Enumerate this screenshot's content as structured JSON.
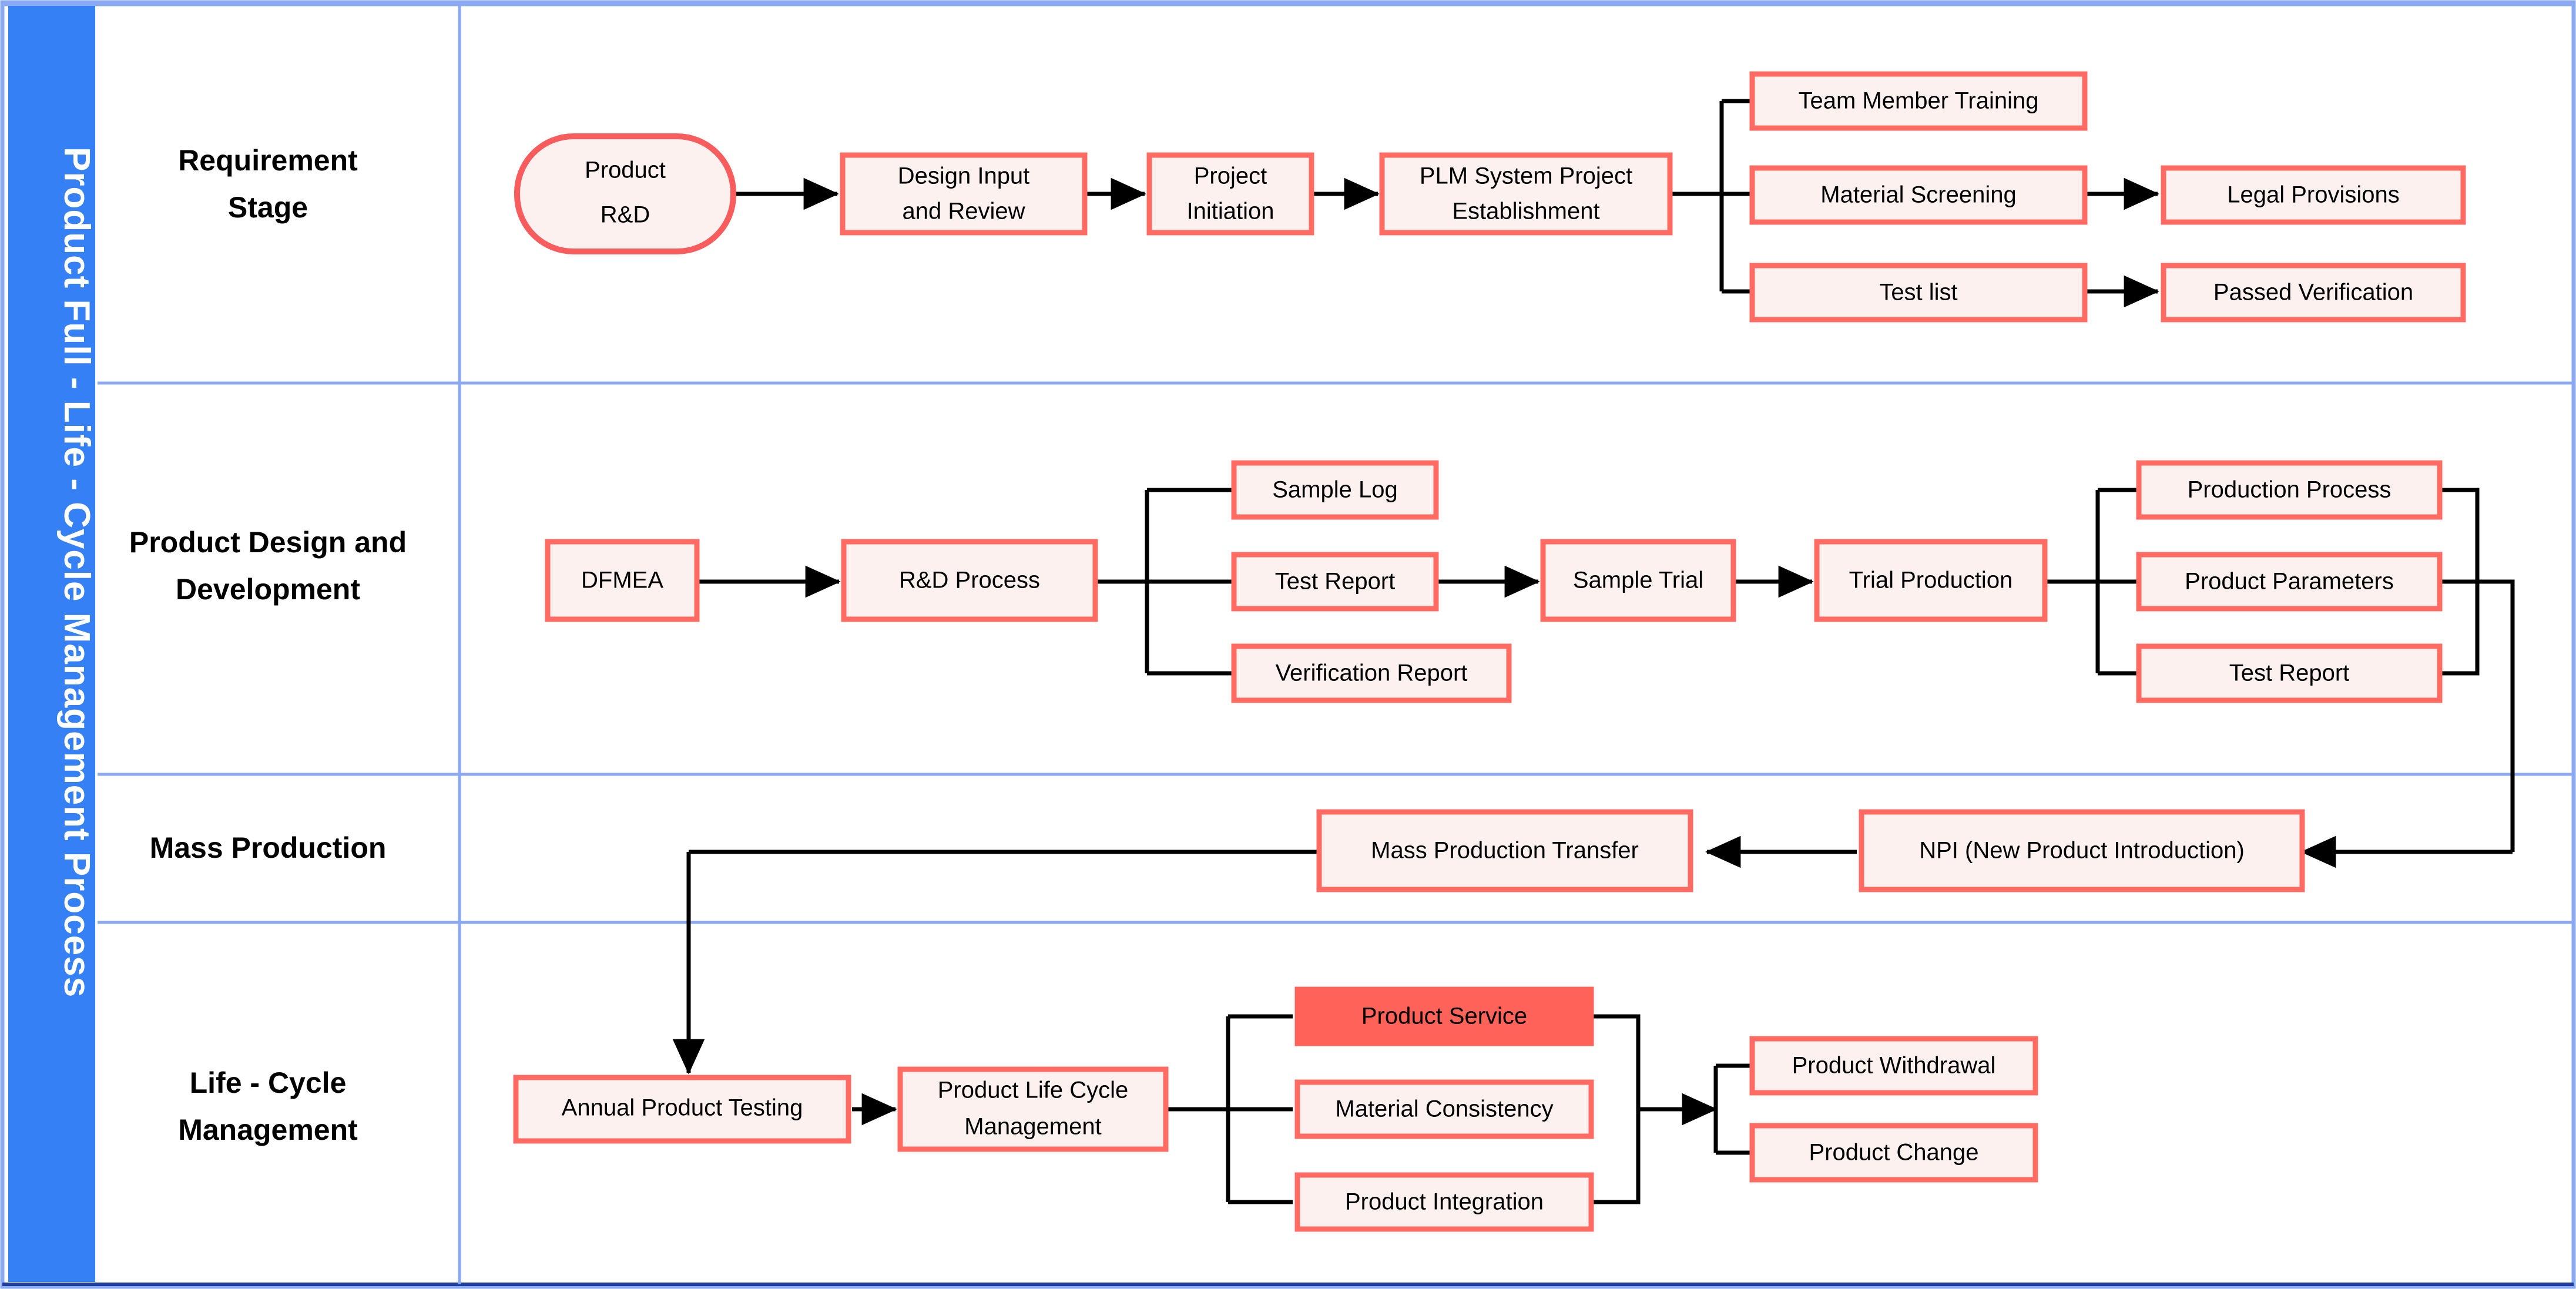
{
  "sidebar": {
    "label": "Product Full - Life - Cycle Management Process",
    "color": "#3580f5"
  },
  "palette": {
    "node_fill": "#fdf1ef",
    "node_border": "#ff6b63",
    "highlight_fill": "#ff6258",
    "grid_line": "#8aa9f2",
    "edge": "#000000"
  },
  "swimlanes": [
    {
      "id": "requirement",
      "label": "Requirement\nStage",
      "label_line1": "Requirement",
      "label_line2": "Stage"
    },
    {
      "id": "design",
      "label": "Product Design and Development",
      "label_line1": "Product Design and",
      "label_line2": "Development"
    },
    {
      "id": "mass",
      "label": "Mass Production",
      "label_line1": "Mass Production",
      "label_line2": ""
    },
    {
      "id": "lifecycle",
      "label": "Life - Cycle Management",
      "label_line1": "Life - Cycle",
      "label_line2": "Management"
    }
  ],
  "nodes": {
    "product_rd": {
      "label_line1": "Product",
      "label_line2": "R&D",
      "shape": "stadium",
      "lane": "requirement"
    },
    "design_input_review": {
      "label_line1": "Design Input",
      "label_line2": "and Review",
      "shape": "rect",
      "lane": "requirement"
    },
    "project_initiation": {
      "label_line1": "Project",
      "label_line2": "Initiation",
      "shape": "rect",
      "lane": "requirement"
    },
    "plm_project_establishment": {
      "label_line1": "PLM System Project",
      "label_line2": "Establishment",
      "shape": "rect",
      "lane": "requirement"
    },
    "team_member_training": {
      "label_line1": "Team Member Training",
      "label_line2": "",
      "shape": "rect",
      "lane": "requirement"
    },
    "material_screening": {
      "label_line1": "Material Screening",
      "label_line2": "",
      "shape": "rect",
      "lane": "requirement"
    },
    "test_list": {
      "label_line1": "Test list",
      "label_line2": "",
      "shape": "rect",
      "lane": "requirement"
    },
    "legal_provisions": {
      "label_line1": "Legal Provisions",
      "label_line2": "",
      "shape": "rect",
      "lane": "requirement"
    },
    "passed_verification": {
      "label_line1": "Passed Verification",
      "label_line2": "",
      "shape": "rect",
      "lane": "requirement"
    },
    "dfmea": {
      "label_line1": "DFMEA",
      "label_line2": "",
      "shape": "rect",
      "lane": "design"
    },
    "rd_process": {
      "label_line1": "R&D Process",
      "label_line2": "",
      "shape": "rect",
      "lane": "design"
    },
    "sample_log": {
      "label_line1": "Sample Log",
      "label_line2": "",
      "shape": "rect",
      "lane": "design"
    },
    "test_report_1": {
      "label_line1": "Test Report",
      "label_line2": "",
      "shape": "rect",
      "lane": "design"
    },
    "verification_report": {
      "label_line1": "Verification Report",
      "label_line2": "",
      "shape": "rect",
      "lane": "design"
    },
    "sample_trial": {
      "label_line1": "Sample Trial",
      "label_line2": "",
      "shape": "rect",
      "lane": "design"
    },
    "trial_production": {
      "label_line1": "Trial Production",
      "label_line2": "",
      "shape": "rect",
      "lane": "design"
    },
    "production_process": {
      "label_line1": "Production Process",
      "label_line2": "",
      "shape": "rect",
      "lane": "design"
    },
    "product_parameters": {
      "label_line1": "Product Parameters",
      "label_line2": "",
      "shape": "rect",
      "lane": "design"
    },
    "test_report_2": {
      "label_line1": "Test Report",
      "label_line2": "",
      "shape": "rect",
      "lane": "design"
    },
    "mass_production_transfer": {
      "label_line1": "Mass Production Transfer",
      "label_line2": "",
      "shape": "rect",
      "lane": "mass"
    },
    "npi": {
      "label_line1": "NPI (New Product Introduction)",
      "label_line2": "",
      "shape": "rect",
      "lane": "mass"
    },
    "annual_product_testing": {
      "label_line1": "Annual Product Testing",
      "label_line2": "",
      "shape": "rect",
      "lane": "lifecycle"
    },
    "product_life_cycle_management": {
      "label_line1": "Product Life Cycle",
      "label_line2": "Management",
      "shape": "rect",
      "lane": "lifecycle"
    },
    "product_service": {
      "label_line1": "Product Service",
      "label_line2": "",
      "shape": "rect-highlight",
      "lane": "lifecycle"
    },
    "material_consistency": {
      "label_line1": "Material Consistency",
      "label_line2": "",
      "shape": "rect",
      "lane": "lifecycle"
    },
    "product_integration": {
      "label_line1": "Product Integration",
      "label_line2": "",
      "shape": "rect",
      "lane": "lifecycle"
    },
    "product_withdrawal": {
      "label_line1": "Product Withdrawal",
      "label_line2": "",
      "shape": "rect",
      "lane": "lifecycle"
    },
    "product_change": {
      "label_line1": "Product Change",
      "label_line2": "",
      "shape": "rect",
      "lane": "lifecycle"
    }
  },
  "edges": [
    {
      "from": "product_rd",
      "to": "design_input_review",
      "arrow": true
    },
    {
      "from": "design_input_review",
      "to": "project_initiation",
      "arrow": true
    },
    {
      "from": "project_initiation",
      "to": "plm_project_establishment",
      "arrow": true
    },
    {
      "from": "plm_project_establishment",
      "to": "team_member_training",
      "arrow": false
    },
    {
      "from": "plm_project_establishment",
      "to": "material_screening",
      "arrow": false
    },
    {
      "from": "plm_project_establishment",
      "to": "test_list",
      "arrow": false
    },
    {
      "from": "material_screening",
      "to": "legal_provisions",
      "arrow": true
    },
    {
      "from": "test_list",
      "to": "passed_verification",
      "arrow": true
    },
    {
      "from": "dfmea",
      "to": "rd_process",
      "arrow": true
    },
    {
      "from": "rd_process",
      "to": "sample_log",
      "arrow": false
    },
    {
      "from": "rd_process",
      "to": "test_report_1",
      "arrow": false
    },
    {
      "from": "rd_process",
      "to": "verification_report",
      "arrow": false
    },
    {
      "from": "test_report_1",
      "to": "sample_trial",
      "arrow": true
    },
    {
      "from": "sample_trial",
      "to": "trial_production",
      "arrow": true
    },
    {
      "from": "trial_production",
      "to": "production_process",
      "arrow": false
    },
    {
      "from": "trial_production",
      "to": "product_parameters",
      "arrow": false
    },
    {
      "from": "trial_production",
      "to": "test_report_2",
      "arrow": false
    },
    {
      "from": "production_process",
      "to": "npi",
      "arrow": true
    },
    {
      "from": "product_parameters",
      "to": "npi",
      "arrow": true
    },
    {
      "from": "test_report_2",
      "to": "npi",
      "arrow": true
    },
    {
      "from": "npi",
      "to": "mass_production_transfer",
      "arrow": true
    },
    {
      "from": "mass_production_transfer",
      "to": "annual_product_testing",
      "arrow": true
    },
    {
      "from": "annual_product_testing",
      "to": "product_life_cycle_management",
      "arrow": true
    },
    {
      "from": "product_life_cycle_management",
      "to": "product_service",
      "arrow": false
    },
    {
      "from": "product_life_cycle_management",
      "to": "material_consistency",
      "arrow": false
    },
    {
      "from": "product_life_cycle_management",
      "to": "product_integration",
      "arrow": false
    },
    {
      "from": "product_service",
      "to": "product_withdrawal",
      "arrow": true
    },
    {
      "from": "product_integration",
      "to": "product_change",
      "arrow": true
    }
  ]
}
